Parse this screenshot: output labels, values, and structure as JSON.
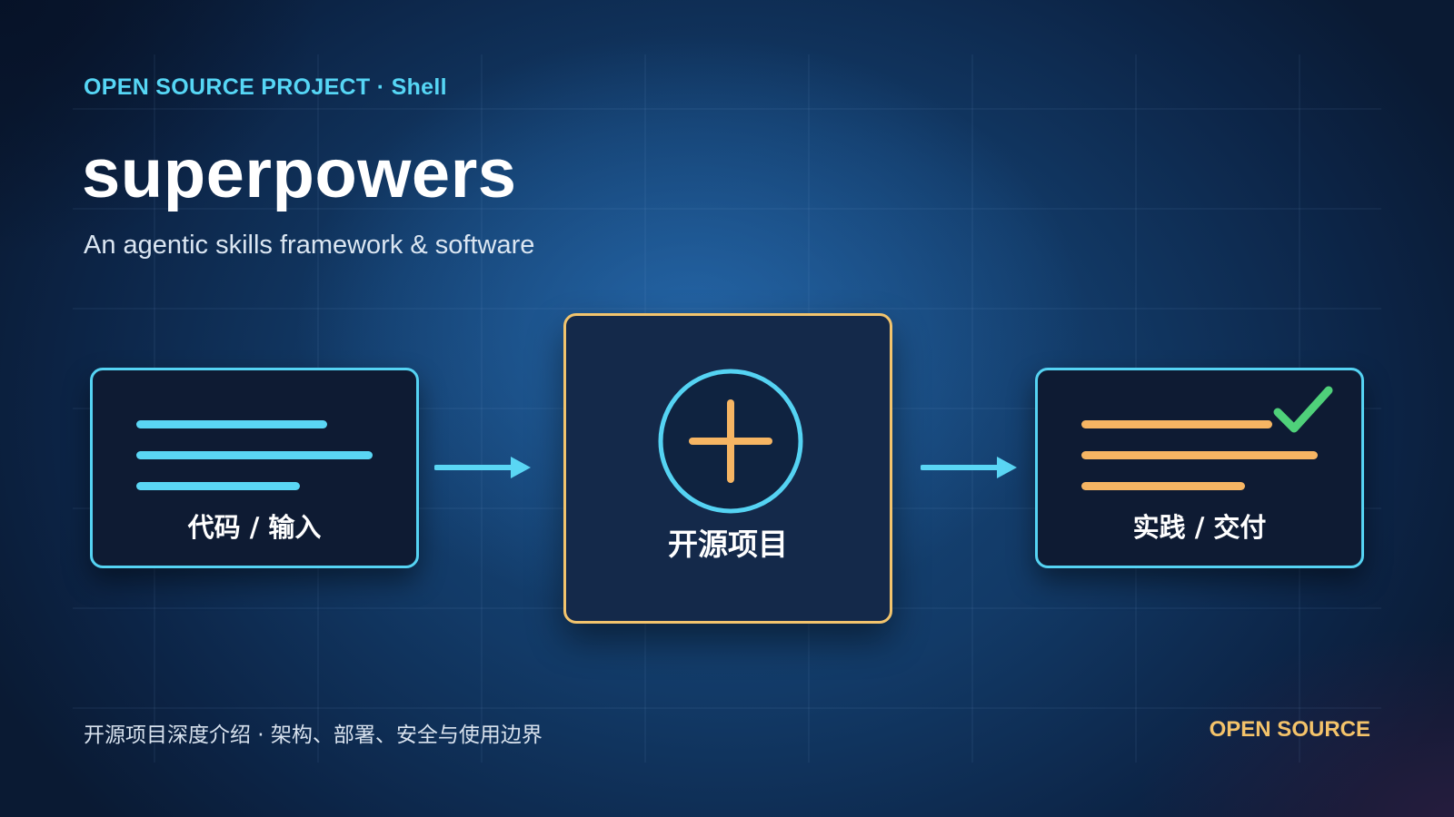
{
  "header": {
    "eyebrow": "OPEN SOURCE PROJECT · Shell",
    "title": "superpowers",
    "subtitle": "An agentic skills framework & software"
  },
  "flow": {
    "input_label": "代码 / 输入",
    "center_label": "开源项目",
    "output_label": "实践 / 交付"
  },
  "footer": {
    "left_text": "开源项目深度介绍 · 架构、部署、安全与使用边界",
    "right_text": "OPEN SOURCE"
  },
  "icons": {
    "center": "plus-circle-icon",
    "output": "checkmark-icon",
    "arrows": "arrow-right-icon"
  },
  "colors": {
    "accent_cyan": "#56d6f5",
    "accent_orange": "#f6b563",
    "accent_gold": "#f2c46d",
    "check_green": "#4fd17a",
    "title_white": "#ffffff"
  }
}
